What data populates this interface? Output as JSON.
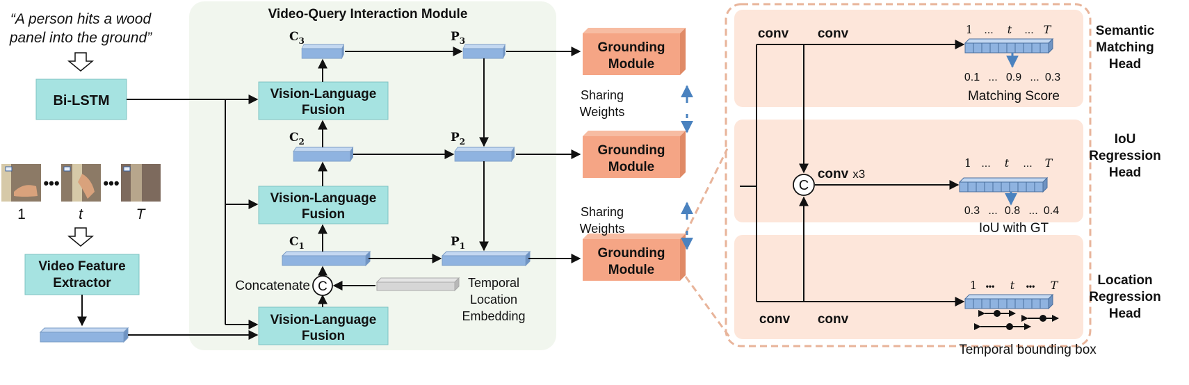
{
  "query": {
    "line1": "“A person hits a wood",
    "line2": "panel into the ground”"
  },
  "bilstm": {
    "label": "Bi-LSTM"
  },
  "frames": {
    "first": "1",
    "middle": "t",
    "last": "T",
    "ellipsis": "•••"
  },
  "extractor": {
    "line1": "Video Feature",
    "line2": "Extractor"
  },
  "vqim": {
    "title": "Video-Query Interaction Module",
    "vlf_line1": "Vision-Language",
    "vlf_line2": "Fusion",
    "c_labels": [
      {
        "base": "C",
        "sub": "3"
      },
      {
        "base": "C",
        "sub": "2"
      },
      {
        "base": "C",
        "sub": "1"
      }
    ],
    "p_labels": [
      {
        "base": "P",
        "sub": "3"
      },
      {
        "base": "P",
        "sub": "2"
      },
      {
        "base": "P",
        "sub": "1"
      }
    ],
    "concat_label": "Concatenate",
    "concat_symbol": "C",
    "tle_line1": "Temporal",
    "tle_line2": "Location",
    "tle_line3": "Embedding"
  },
  "grounding": {
    "line1": "Grounding",
    "line2": "Module",
    "sharing_line1": "Sharing",
    "sharing_line2": "Weights"
  },
  "heads": {
    "conv": "conv",
    "concat_symbol": "C",
    "conv_x3_bold": "conv",
    "conv_x3_suffix": "x3",
    "semantic": {
      "title1": "Semantic",
      "title2": "Matching",
      "title3": "Head",
      "top": {
        "first": "1",
        "dots1": "...",
        "mid": "t",
        "dots2": "...",
        "last": "T"
      },
      "values": {
        "v1": "0.1",
        "d1": "...",
        "v2": "0.9",
        "d2": "...",
        "v3": "0.3"
      },
      "caption": "Matching Score"
    },
    "iou": {
      "title1": "IoU",
      "title2": "Regression",
      "title3": "Head",
      "top": {
        "first": "1",
        "dots1": "...",
        "mid": "t",
        "dots2": "...",
        "last": "T"
      },
      "values": {
        "v1": "0.3",
        "d1": "...",
        "v2": "0.8",
        "d2": "...",
        "v3": "0.4"
      },
      "caption": "IoU with GT"
    },
    "location": {
      "title1": "Location",
      "title2": "Regression",
      "title3": "Head",
      "top": {
        "first": "1",
        "dots1": "•••",
        "mid": "t",
        "dots2": "•••",
        "last": "T"
      },
      "caption": "Temporal bounding box"
    }
  },
  "colors": {
    "box_cyan": "#a6e3e1",
    "grounding": "#f5a585",
    "feature_blue": "#8fb3e0",
    "panel_green": "#f1f6ee",
    "panel_peach": "#fde6da",
    "dash_border": "#e8b49a",
    "arrow_blue": "#4a82bf"
  }
}
